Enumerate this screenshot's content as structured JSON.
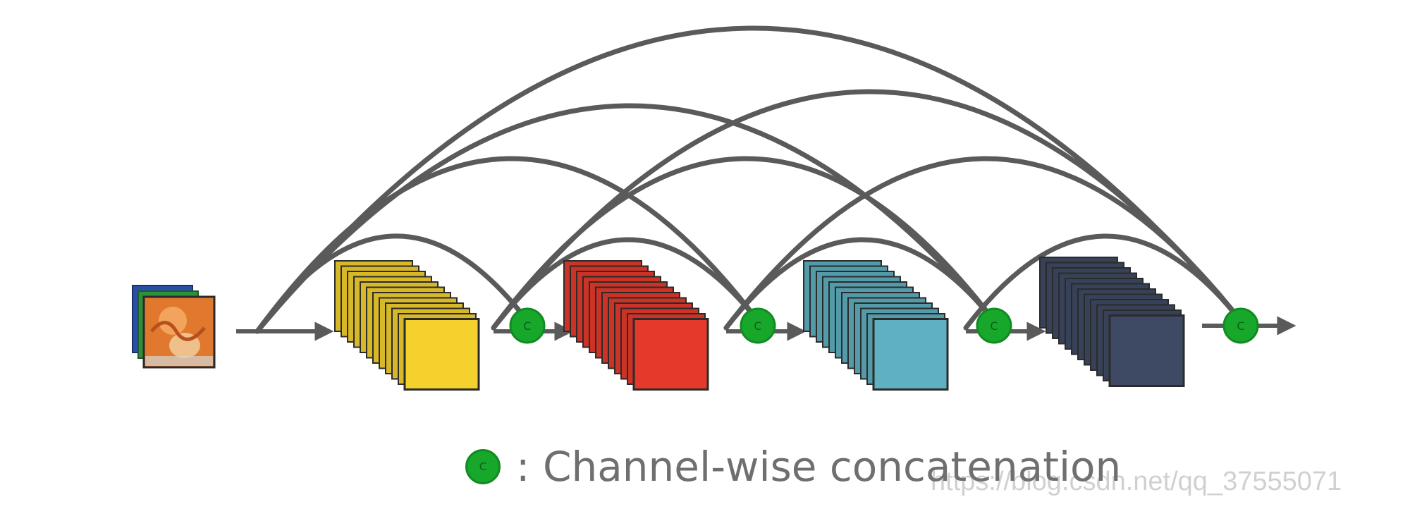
{
  "concat_symbol": "C",
  "legend": {
    "text": ": Channel-wise concatenation"
  },
  "watermark": "https://blog.csdn.net/qq_37555071",
  "colors": {
    "connection": "#5a5a5a",
    "concat_node": "#17a82b",
    "block1": "#f4d12d",
    "block2": "#e53a2b",
    "block3": "#5fb0c1",
    "block4": "#3e4a63"
  },
  "blocks": [
    {
      "name": "block-1",
      "color": "#f4d12d"
    },
    {
      "name": "block-2",
      "color": "#e53a2b"
    },
    {
      "name": "block-3",
      "color": "#5fb0c1"
    },
    {
      "name": "block-4",
      "color": "#3e4a63"
    }
  ]
}
